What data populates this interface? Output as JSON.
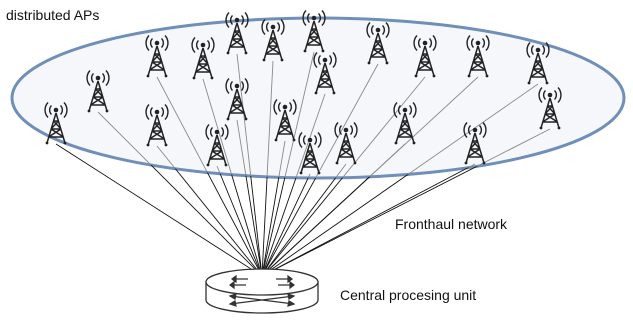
{
  "labels": {
    "aps": "distributed APs",
    "fronthaul": "Fronthaul network",
    "cpu": "Central procesing unit"
  },
  "colors": {
    "ellipse_stroke": "#6f8fb8",
    "ellipse_fill": "#f6f7fb",
    "tower": "#222222",
    "link_inside": "#8a8a8a",
    "link_outside": "#111111"
  },
  "icons": {
    "access_point": "radio-tower-icon",
    "cpu": "router-icon"
  }
}
